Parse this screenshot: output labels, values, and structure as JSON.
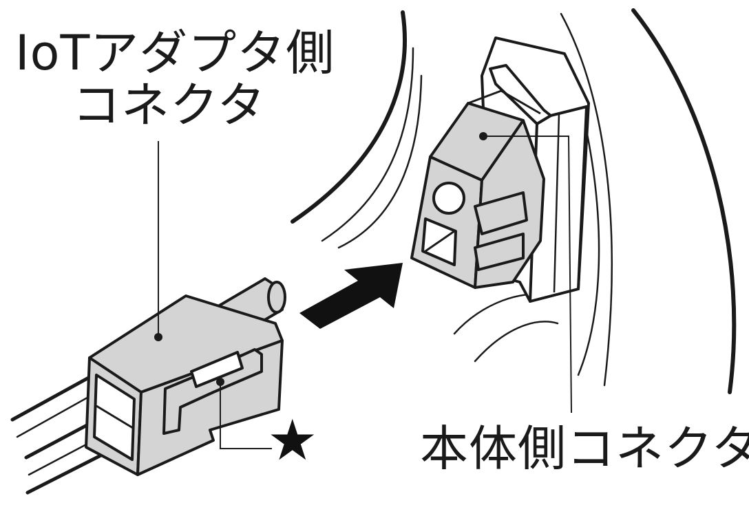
{
  "labels": {
    "iot_adapter_connector_line1": "IoTアダプタ側",
    "iot_adapter_connector_line2": "コネクタ",
    "main_unit_connector": "本体側コネクタ",
    "star_mark": "★"
  },
  "colors": {
    "line": "#1a1a1a",
    "connector_fill": "#d4d4d4",
    "background": "#ffffff"
  }
}
